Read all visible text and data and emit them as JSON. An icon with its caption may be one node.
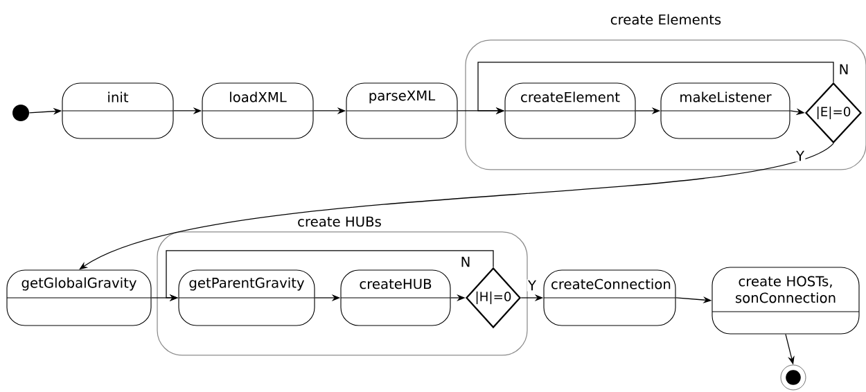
{
  "diagram": {
    "nodes": [
      {
        "text": [],
        "shape": "circle"
      },
      {
        "text": [
          "init"
        ]
      },
      {
        "text": [
          "loadXML"
        ]
      },
      {
        "text": [
          "parseXML"
        ]
      },
      {
        "text": [
          "create Elements"
        ]
      },
      {
        "text": [
          "createElement"
        ],
        "in": 4
      },
      {
        "text": [
          "makeListener"
        ],
        "in": 4
      },
      {
        "text": [
          "|E|=0"
        ],
        "in": 4
      },
      {
        "text": [
          "getGlobalGravity"
        ]
      },
      {
        "text": [
          "create HUBs"
        ]
      },
      {
        "text": [
          "getParentGravity"
        ],
        "in": 9
      },
      {
        "text": [
          "createHUB"
        ],
        "in": 9
      },
      {
        "text": [
          "|H|=0"
        ],
        "in": 9
      },
      {
        "text": [
          "createConnection"
        ]
      },
      {
        "text": [
          "create HOSTs, sonConnection"
        ]
      },
      {
        "text": [],
        "shape": "circle"
      }
    ],
    "edges": [
      {
        "from": 0,
        "to": 1,
        "arrow": "to"
      },
      {
        "from": 1,
        "to": 2,
        "arrow": "to"
      },
      {
        "from": 2,
        "to": 3,
        "arrow": "to"
      },
      {
        "from": 3,
        "to": 5,
        "arrow": "to"
      },
      {
        "from": 5,
        "to": 6,
        "arrow": "to"
      },
      {
        "from": 6,
        "to": 7,
        "arrow": "to"
      },
      {
        "from": 7,
        "to": 5,
        "arrow": "to",
        "label": "N"
      },
      {
        "from": 7,
        "to": 8,
        "arrow": "to",
        "label": "Y"
      },
      {
        "from": 8,
        "to": 10,
        "arrow": "to"
      },
      {
        "from": 10,
        "to": 11,
        "arrow": "to"
      },
      {
        "from": 11,
        "to": 12,
        "arrow": "to"
      },
      {
        "from": 12,
        "to": 10,
        "arrow": "to",
        "label": "N"
      },
      {
        "from": 12,
        "to": 13,
        "arrow": "to",
        "label": "Y"
      },
      {
        "from": 13,
        "to": 14,
        "arrow": "to"
      },
      {
        "from": 14,
        "to": 15,
        "arrow": "to"
      }
    ]
  }
}
